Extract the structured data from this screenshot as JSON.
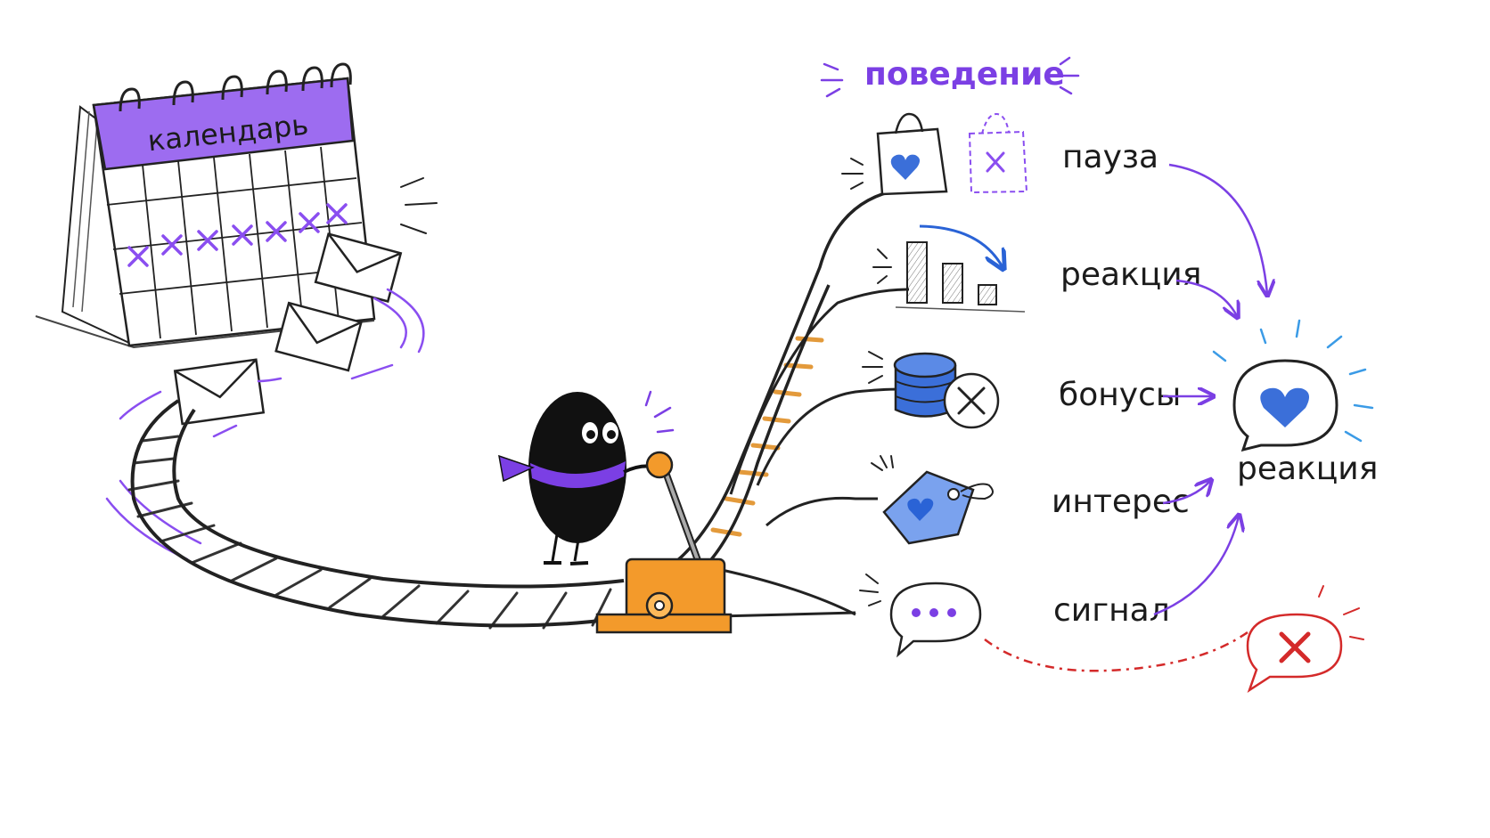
{
  "calendar": {
    "title": "календарь"
  },
  "behavior": {
    "title": "поведение",
    "items": [
      {
        "label": "пауза",
        "icon": "shopping-bag-heart-icon"
      },
      {
        "label": "реакция",
        "icon": "bar-chart-decline-icon"
      },
      {
        "label": "бонусы",
        "icon": "coin-stack-cancel-icon"
      },
      {
        "label": "интерес",
        "icon": "price-tag-heart-icon"
      },
      {
        "label": "сигнал",
        "icon": "speech-bubble-dots-icon"
      }
    ]
  },
  "outcome": {
    "label": "реакция",
    "icon": "heart-bubble-icon",
    "negative_icon": "cross-bubble-icon"
  },
  "colors": {
    "accent": "#7b3fe4",
    "blue": "#3b6fd9",
    "orange": "#f39a2b",
    "red": "#d42a2a",
    "ink": "#1b1b1b"
  }
}
